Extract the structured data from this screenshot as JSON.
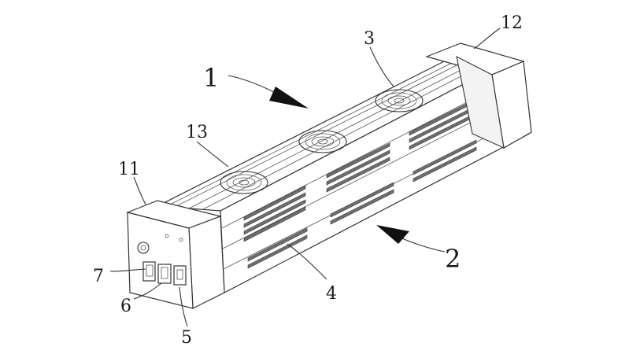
{
  "figure": {
    "callouts": [
      {
        "id": "1",
        "text": "1"
      },
      {
        "id": "2",
        "text": "2"
      },
      {
        "id": "3",
        "text": "3"
      },
      {
        "id": "4",
        "text": "4"
      },
      {
        "id": "5",
        "text": "5"
      },
      {
        "id": "6",
        "text": "6"
      },
      {
        "id": "7",
        "text": "7"
      },
      {
        "id": "11",
        "text": "11"
      },
      {
        "id": "12",
        "text": "12"
      },
      {
        "id": "13",
        "text": "13"
      }
    ],
    "line_color": "#333333",
    "slot_color": "#6f6f6f"
  }
}
